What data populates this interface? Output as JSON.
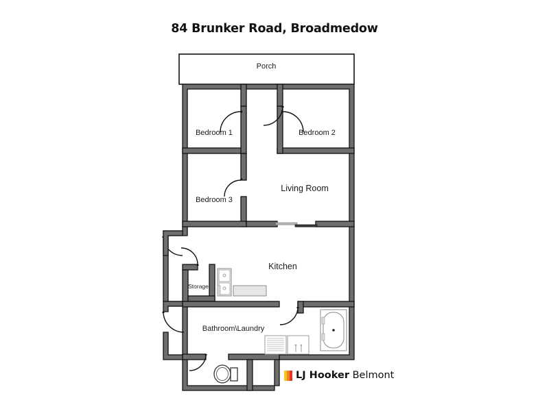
{
  "title": "84 Brunker Road, Broadmedow",
  "rooms": [
    {
      "id": "porch",
      "label": "Porch"
    },
    {
      "id": "bedroom1",
      "label": "Bedroom 1"
    },
    {
      "id": "bedroom2",
      "label": "Bedroom 2"
    },
    {
      "id": "bedroom3",
      "label": "Bedroom 3"
    },
    {
      "id": "living",
      "label": "Living Room"
    },
    {
      "id": "kitchen",
      "label": "Kitchen"
    },
    {
      "id": "storage",
      "label": "Storage"
    },
    {
      "id": "bathroom",
      "label": "Bathroom\\Laundry"
    }
  ],
  "labels": {
    "porch": "Porch",
    "bedroom1": "Bedroom 1",
    "bedroom2": "Bedroom 2",
    "bedroom3": "Bedroom 3",
    "living": "Living Room",
    "kitchen": "Kitchen",
    "storage": "Storage",
    "bathroom": "Bathroom\\Laundry"
  },
  "fixtures": [
    {
      "id": "stove",
      "name": "stove-fixture"
    },
    {
      "id": "counter",
      "name": "kitchen-counter-fixture"
    },
    {
      "id": "bathtub",
      "name": "bathtub-fixture"
    },
    {
      "id": "laundrytub",
      "name": "laundry-tub-fixture"
    },
    {
      "id": "washboard",
      "name": "washboard-fixture"
    },
    {
      "id": "toilet",
      "name": "toilet-fixture"
    }
  ],
  "logo": {
    "brand_bold": "LJ Hooker",
    "brand_light": "Belmont",
    "bar_colors": [
      "#f6c324",
      "#f28321",
      "#e8342a"
    ]
  },
  "colors": {
    "wall_fill": "#6e6e6e",
    "wall_stroke": "#111111",
    "interior": "#ffffff",
    "fixture_fill": "#e6e6e6",
    "fixture_stroke": "#9a9a9a",
    "opening": "#b5b5b5",
    "text": "#1a1a1a",
    "background": "#ffffff"
  }
}
